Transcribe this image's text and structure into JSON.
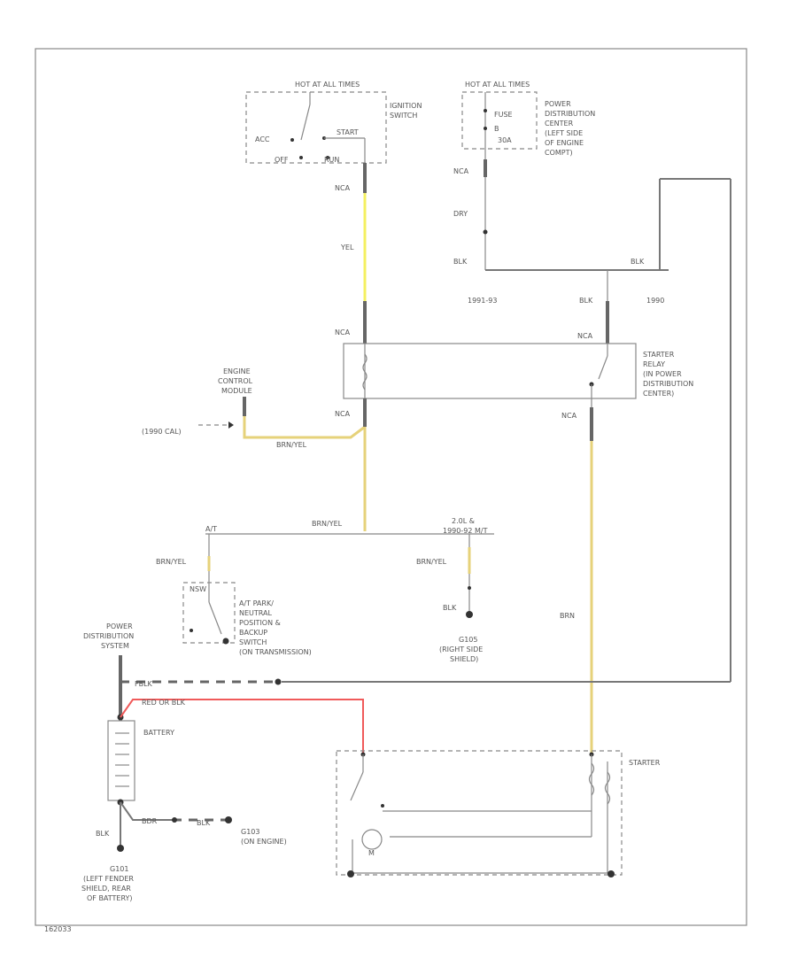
{
  "labels": {
    "ign_hot": "HOT AT ALL TIMES",
    "ign_acc": "ACC",
    "ign_start": "START",
    "ign_off": "OFF",
    "ign_run": "RUN",
    "ign_switch": [
      "IGNITION",
      "SWITCH"
    ],
    "nca_1": "NCA",
    "yel": "YEL",
    "nca_2": "NCA",
    "pd_hot": "HOT AT ALL TIMES",
    "pd_fuse": "FUSE",
    "pd_fuse_num": "B",
    "pd_amp": "30A",
    "pd_center": [
      "POWER",
      "DISTRIBUTION",
      "CENTER",
      "(LEFT SIDE",
      "OF ENGINE",
      "COMPT)"
    ],
    "nca_pd": "NCA",
    "dry": "DRY",
    "blk_1": "BLK",
    "blk_2": "BLK",
    "year_9193": "1991-93",
    "blk_3": "BLK",
    "year_1990": "1990",
    "nca_relay": "NCA",
    "relay": [
      "STARTER",
      "RELAY",
      "(IN POWER",
      "DISTRIBUTION",
      "CENTER)"
    ],
    "ecm": [
      "ENGINE",
      "CONTROL",
      "MODULE"
    ],
    "cal_1990": "(1990 CAL)",
    "brnyel_1": "BRN/YEL",
    "nca_3": "NCA",
    "nca_4": "NCA",
    "brnyel_2": "BRN/YEL",
    "at": "A/T",
    "mt": [
      "2.0L &",
      "1990-92 M/T"
    ],
    "brnyel_3": "BRN/YEL",
    "brnyel_4": "BRN/YEL",
    "nsw": "NSW",
    "nsw_desc": [
      "A/T PARK/",
      "NEUTRAL",
      "POSITION &",
      "BACKUP",
      "SWITCH",
      "(ON TRANSMISSION)"
    ],
    "blk_4": "BLK",
    "g105": [
      "G105",
      "(RIGHT SIDE",
      "SHIELD)"
    ],
    "brn": "BRN",
    "pds": [
      "POWER",
      "DISTRIBUTION",
      "SYSTEM"
    ],
    "fuse_link": "FBLK",
    "red_or_blk": "RED OR BLK",
    "battery": "BATTERY",
    "starter": "STARTER",
    "blk_5": "BLK",
    "bat_strap_1": "BDR",
    "bat_strap_2": "BLK",
    "g103": [
      "G103",
      "(ON ENGINE)"
    ],
    "g101": [
      "G101",
      "(LEFT FENDER",
      "SHIELD, REAR",
      "OF BATTERY)"
    ],
    "motor": "M",
    "figure_id": "162033"
  }
}
